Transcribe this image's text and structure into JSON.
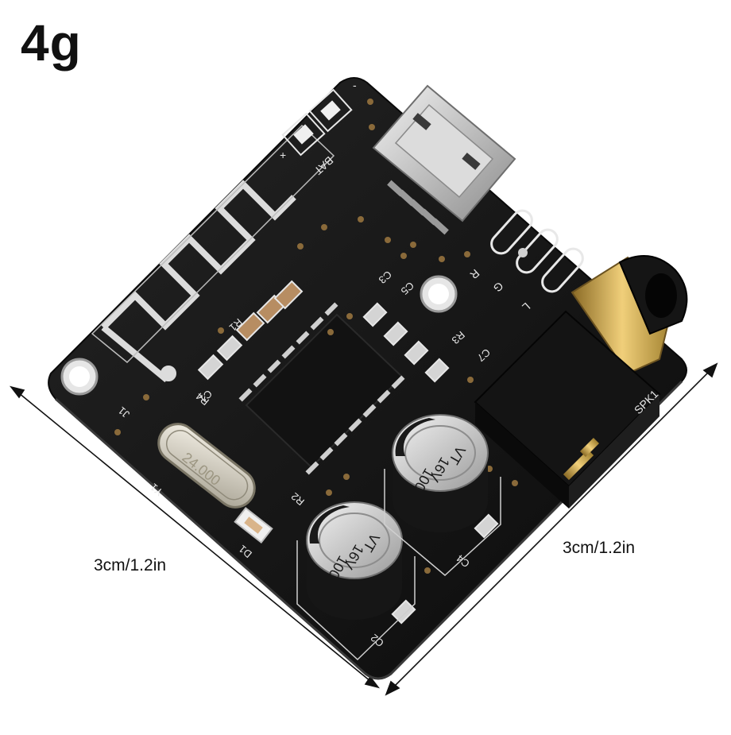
{
  "weight_label": "4g",
  "dimensions": {
    "left_edge": "3cm/1.2in",
    "right_edge": "3cm/1.2in"
  },
  "board_markings": {
    "battery": "BAT",
    "plus": "+",
    "minus": "-",
    "crystal": "24.000",
    "capacitor_value": "100",
    "capacitor_voltage": "16V",
    "capacitor_series": "VT",
    "refs": [
      "C1",
      "C2",
      "C3",
      "C4",
      "C5",
      "C7",
      "R1",
      "R2",
      "R3",
      "R4",
      "Y1",
      "D1",
      "J1",
      "SPK1",
      "R",
      "G",
      "L"
    ]
  },
  "colors": {
    "pcb": "#141414",
    "silkscreen": "#e8e8e8",
    "capacitor_sleeve": "#1a1a1a",
    "capacitor_top": "#cfcfcf",
    "jack_gold": "#c9a24a"
  }
}
